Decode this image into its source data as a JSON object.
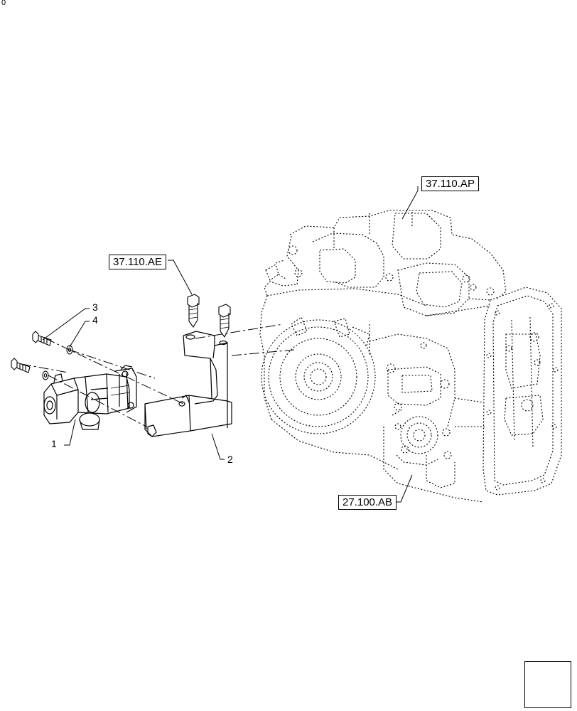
{
  "corner_mark": "0",
  "references": {
    "ref_top": "37.110.AP",
    "ref_left": "37.110.AE",
    "ref_bottom": "27.100.AB"
  },
  "callouts": {
    "part_1": "1",
    "part_2": "2",
    "part_3": "3",
    "part_4": "4"
  },
  "nav_icon": "next-page-arrow-icon"
}
